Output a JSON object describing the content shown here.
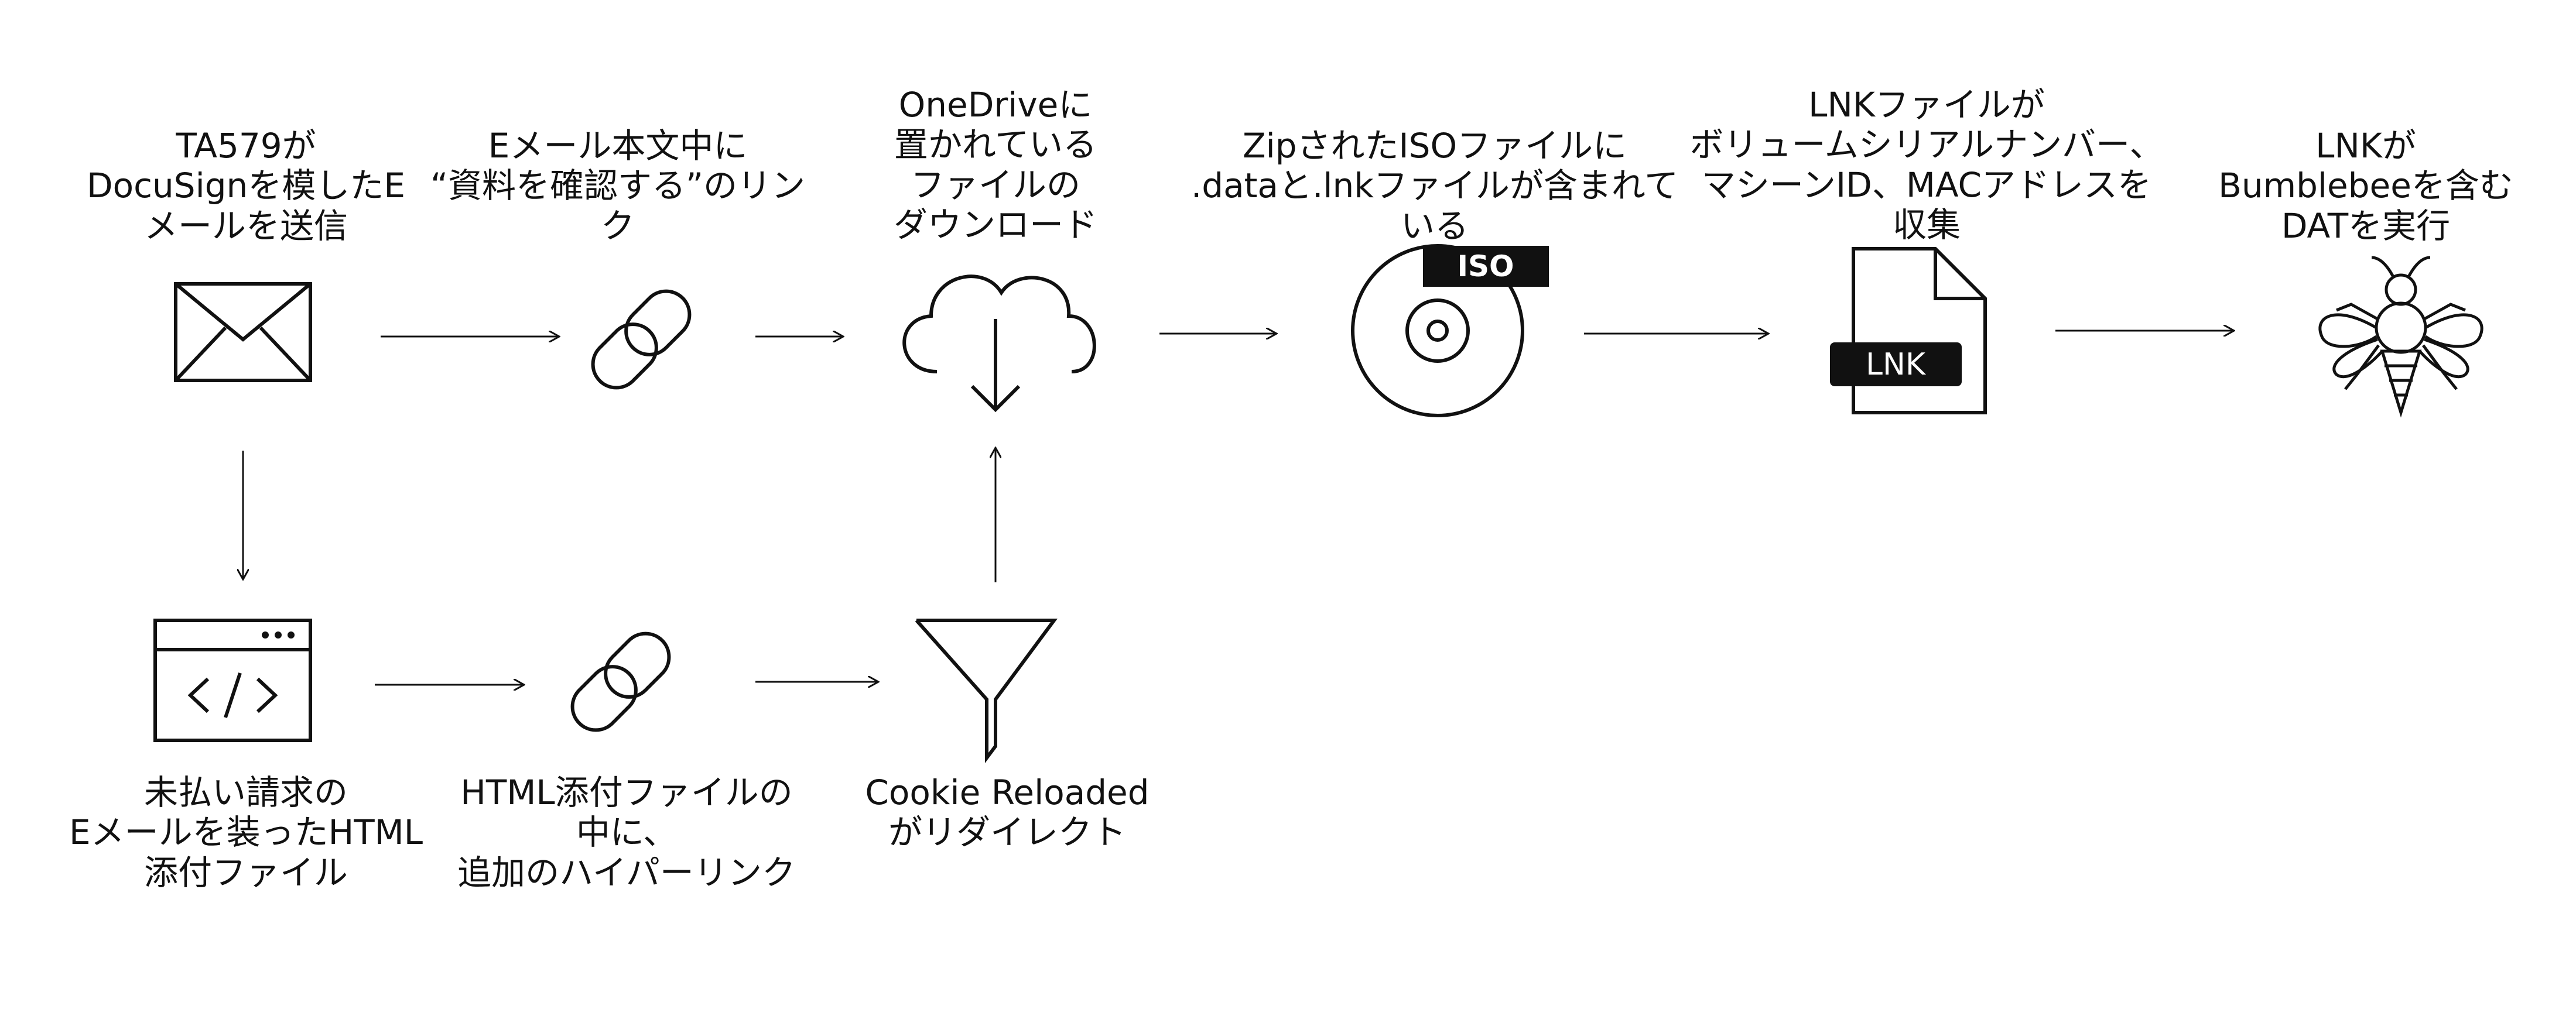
{
  "steps": {
    "email": "TA579が\nDocuSignを模したE\nメールを送信",
    "link1": "Eメール本文中に\n“資料を確認する”のリン\nク",
    "onedrive": "OneDriveに\n置かれている\nファイルの\nダウンロード",
    "iso": "ZipされたISOファイルに\n.dataと.lnkファイルが含まれて\nいる",
    "lnkfile": "LNKファイルが\nボリュームシリアルナンバー、\nマシーンID、MACアドレスを\n収集",
    "bumblebee": "LNKが\nBumblebeeを含む\nDATを実行",
    "html": "未払い請求の\nEメールを装ったHTML\n添付ファイル",
    "link2": "HTML添付ファイルの\n中に、\n追加のハイパーリンク",
    "cookie": "Cookie Reloaded\nがリダイレクト"
  },
  "badges": {
    "iso": "ISO",
    "lnk": "LNK"
  },
  "colors": {
    "stroke": "#111111",
    "badge_bg": "#111111",
    "badge_text": "#ffffff"
  }
}
